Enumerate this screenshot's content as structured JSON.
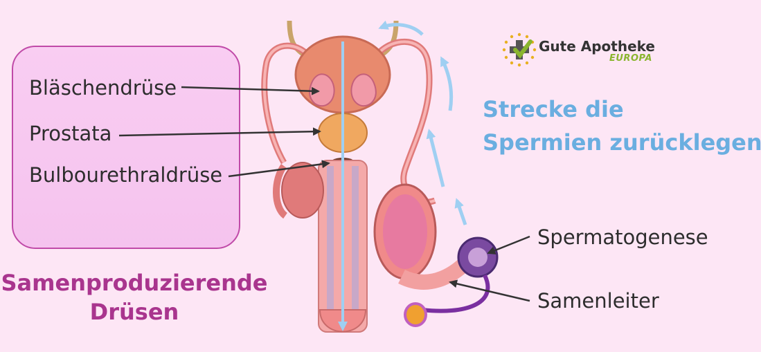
{
  "logo": {
    "name": "Gute Apotheke",
    "sub": "EUROPA"
  },
  "left_labels": {
    "seminal_vesicle": "Bläschendrüse",
    "prostate": "Prostata",
    "bulbourethral": "Bulbourethraldrüse"
  },
  "left_title": {
    "line1": "Samenproduzierende",
    "line2": "Drüsen"
  },
  "right_title": {
    "line1": "Strecke die",
    "line2": "Spermien zurücklegen"
  },
  "right_labels": {
    "spermatogenesis": "Spermatogenese",
    "vas_deferens": "Samenleiter"
  },
  "colors": {
    "background": "#fde6f5",
    "box_border": "#c04aa8",
    "box_fill": "#f7c8f0",
    "title_pink": "#a9358e",
    "title_blue": "#6aaee0",
    "arrow_blue": "#9fcff2",
    "logo_green": "#8ab52e"
  },
  "icons": [
    "medical-cross-icon",
    "check-icon"
  ]
}
